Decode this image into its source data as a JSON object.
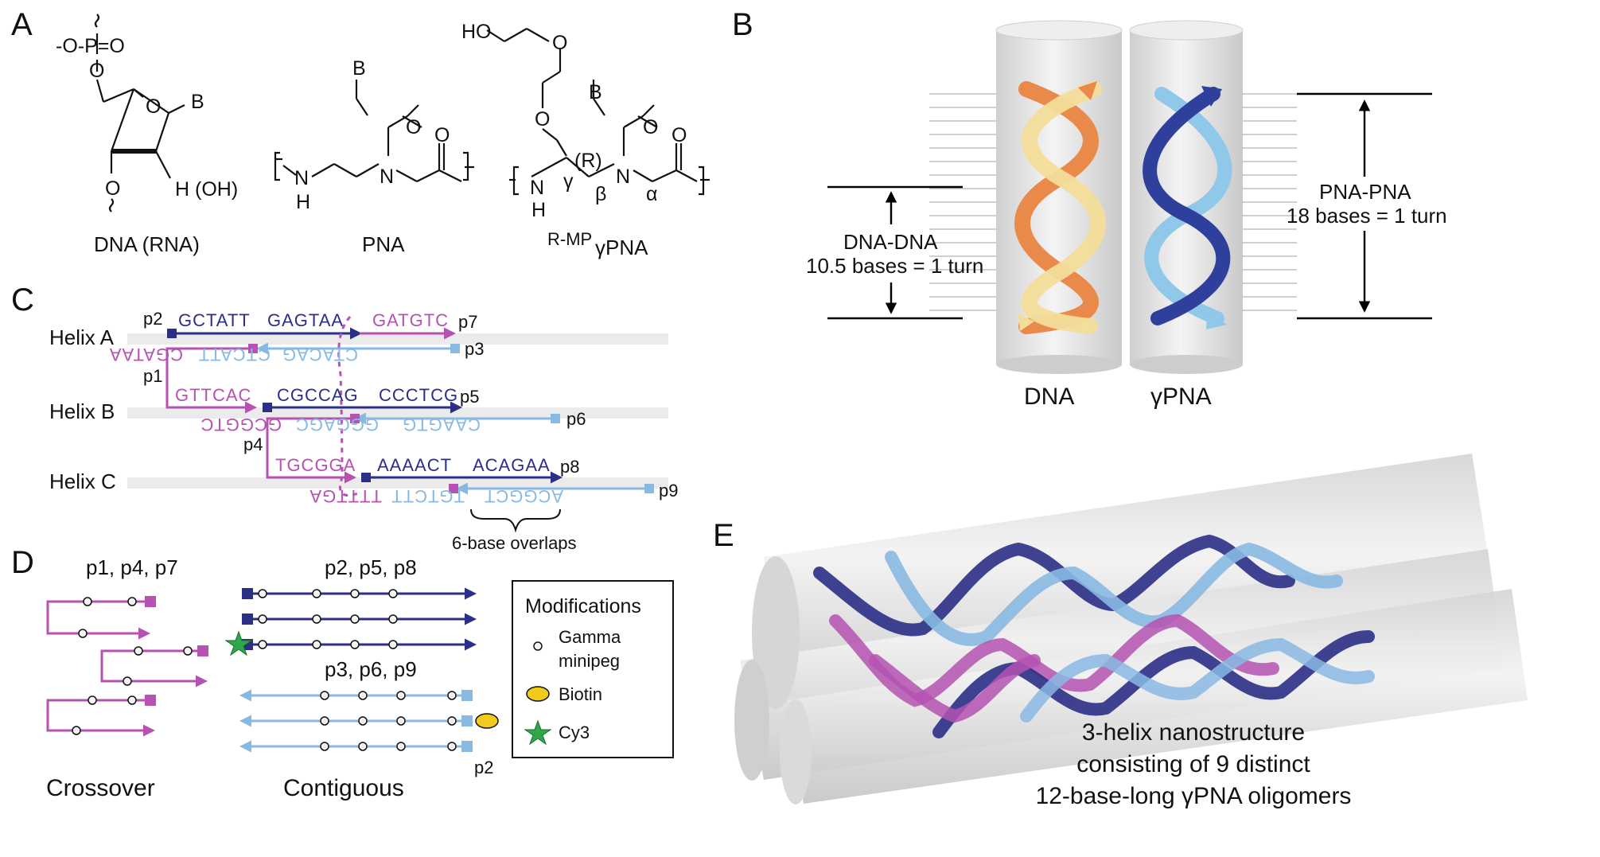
{
  "panels": {
    "A": "A",
    "B": "B",
    "C": "C",
    "D": "D",
    "E": "E"
  },
  "panel_a": {
    "captions": {
      "dna": "DNA (RNA)",
      "pna": "PNA",
      "gpna_prefix": "R-MP",
      "gpna_main": "γPNA"
    },
    "atoms": {
      "phosphate": "-O-P=O",
      "o": "O",
      "b": "B",
      "h_oh": "H (OH)",
      "n": "N",
      "h": "H",
      "ho": "HO",
      "r": "(R)",
      "gamma": "γ",
      "beta": "β",
      "alpha": "α"
    }
  },
  "panel_b": {
    "dna_label": "DNA",
    "gpna_label": "γPNA",
    "dna_dna_title": "DNA-DNA",
    "dna_dna_turn": "10.5 bases = 1 turn",
    "pna_pna_title": "PNA-PNA",
    "pna_pna_turn": "18 bases = 1 turn",
    "colors": {
      "dna_light": "#f3dd9a",
      "dna_dark": "#e98a4a",
      "pna_light": "#8fc8e8",
      "pna_dark": "#2e3f9c",
      "cylinder": "#e4e4e4"
    }
  },
  "panel_c": {
    "helices": [
      "Helix A",
      "Helix B",
      "Helix C"
    ],
    "strands": {
      "p1": "p1",
      "p2": "p2",
      "p3": "p3",
      "p4": "p4",
      "p5": "p5",
      "p6": "p6",
      "p7": "p7",
      "p8": "p8",
      "p9": "p9"
    },
    "sequences": {
      "a_top": [
        "GCTATT",
        "GAGTAA",
        "GATGTC"
      ],
      "a_bottom": [
        "CGATAA",
        "CTCATT",
        "CTACAG"
      ],
      "b_top": [
        "GTTCAC",
        "CGCCAG",
        "CCCTCG"
      ],
      "b_bottom": [
        "GCGGTC",
        "GGGAGC",
        "CAAGTG"
      ],
      "c_top": [
        "TGCGGA",
        "AAAACT",
        "ACAGAA"
      ],
      "c_bottom": [
        "TTTTGA",
        "TGTCTT",
        "ACGGCT"
      ]
    },
    "overlap_label": "6-base overlaps",
    "colors": {
      "magenta": "#b552b2",
      "navy": "#2b2f86",
      "lightblue": "#88b9e3",
      "track": "#ebebeb"
    }
  },
  "panel_d": {
    "crossover_label": "p1, p4, p7",
    "contiguous_top_label": "p2, p5, p8",
    "contiguous_bottom_label": "p3, p6, p9",
    "p2_note": "p2",
    "caption_crossover": "Crossover",
    "caption_contiguous": "Contiguous",
    "legend": {
      "title": "Modifications",
      "gamma_line1": "Gamma",
      "gamma_line2": "minipeg",
      "biotin": "Biotin",
      "cy3": "Cy3",
      "colors": {
        "biotin": "#f2cc1a",
        "cy3": "#2fa84a"
      }
    }
  },
  "panel_e": {
    "caption": [
      "3-helix nanostructure",
      "consisting of 9 distinct",
      "12-base-long γPNA oligomers"
    ]
  }
}
